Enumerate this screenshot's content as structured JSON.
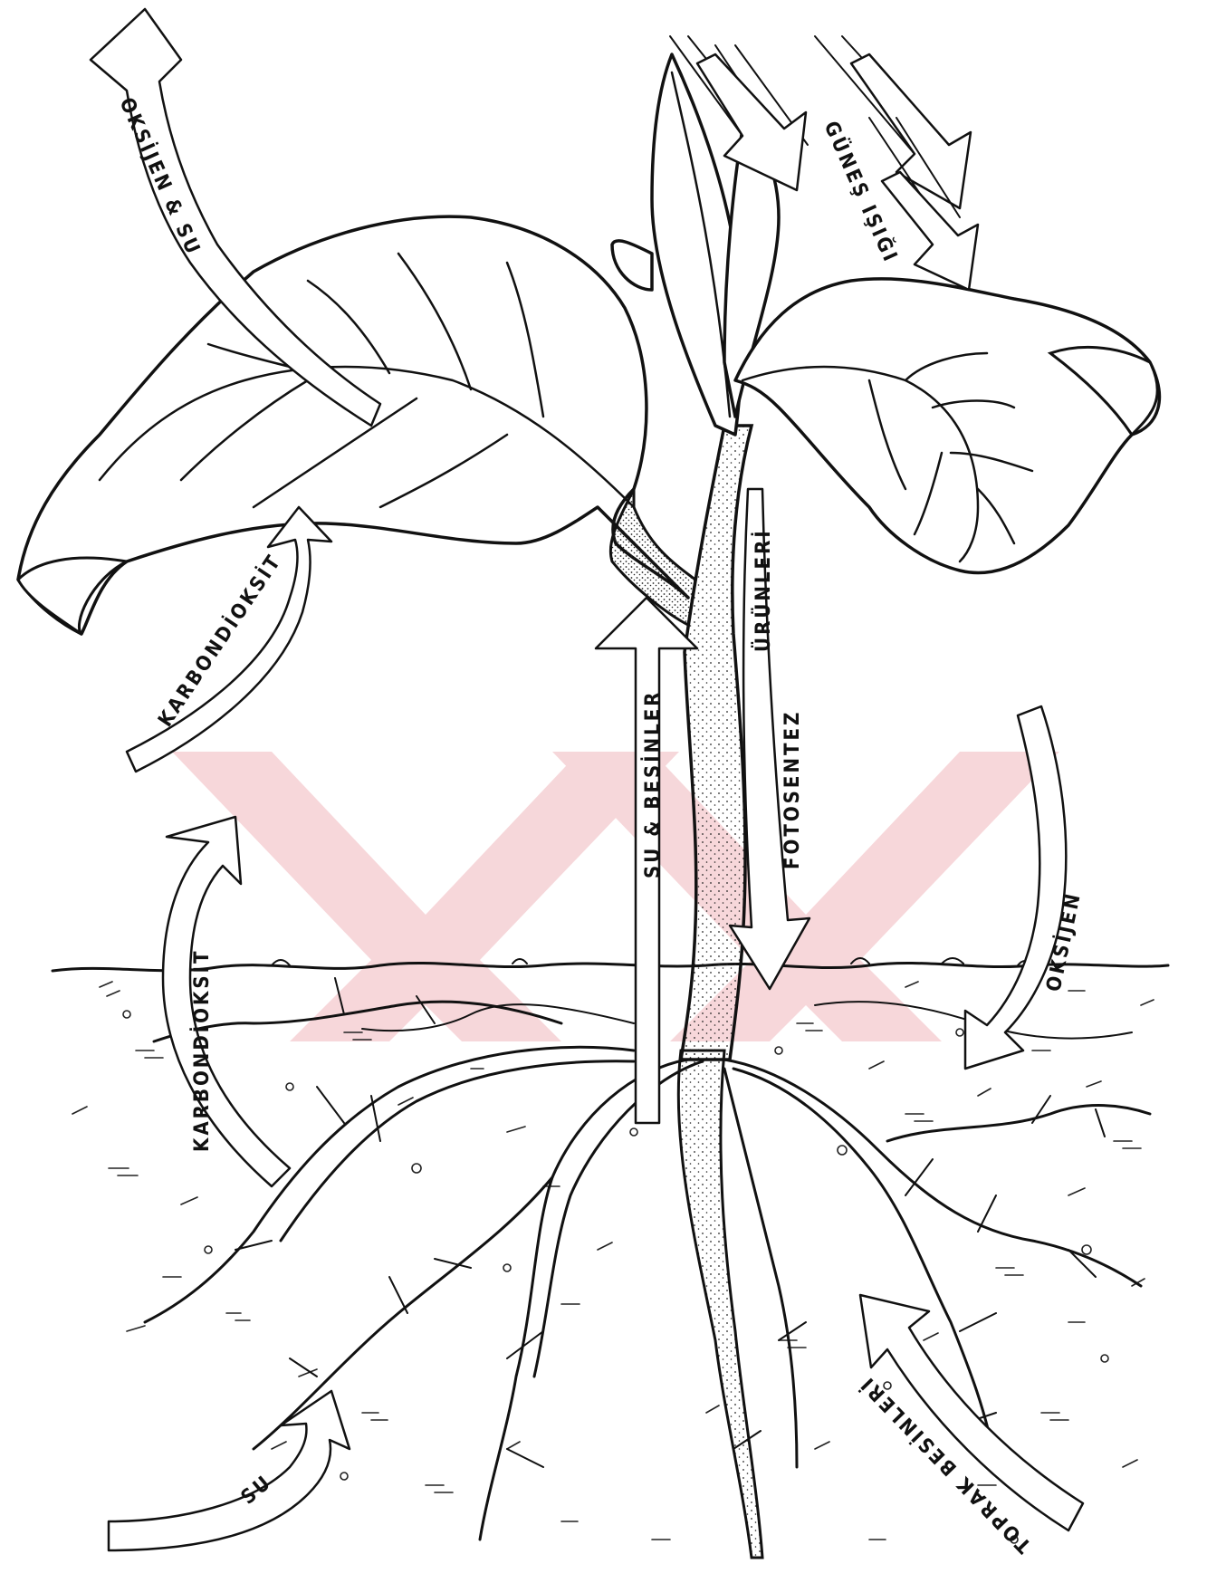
{
  "labels": {
    "oxygen_water_out": "OKSİJEN & SU",
    "sunlight": "GÜNEŞ IŞIĞI",
    "co2_to_leaf": "KARBONDİOKSİT",
    "photosynthesis_products_word1": "ÜRÜNLERİ",
    "photosynthesis_products_word2": "FOTOSENTEZ",
    "water_nutrients_up": "SU & BESİNLER",
    "co2_from_soil": "KARBONDİOKSİT",
    "oxygen_into_soil": "OKSİJEN",
    "water_into_soil": "SU",
    "soil_nutrients": "TOPRAK BESİNLERİ"
  },
  "colors": {
    "ink": "#111111",
    "background": "#ffffff",
    "watermark": "#f6d3d6"
  }
}
